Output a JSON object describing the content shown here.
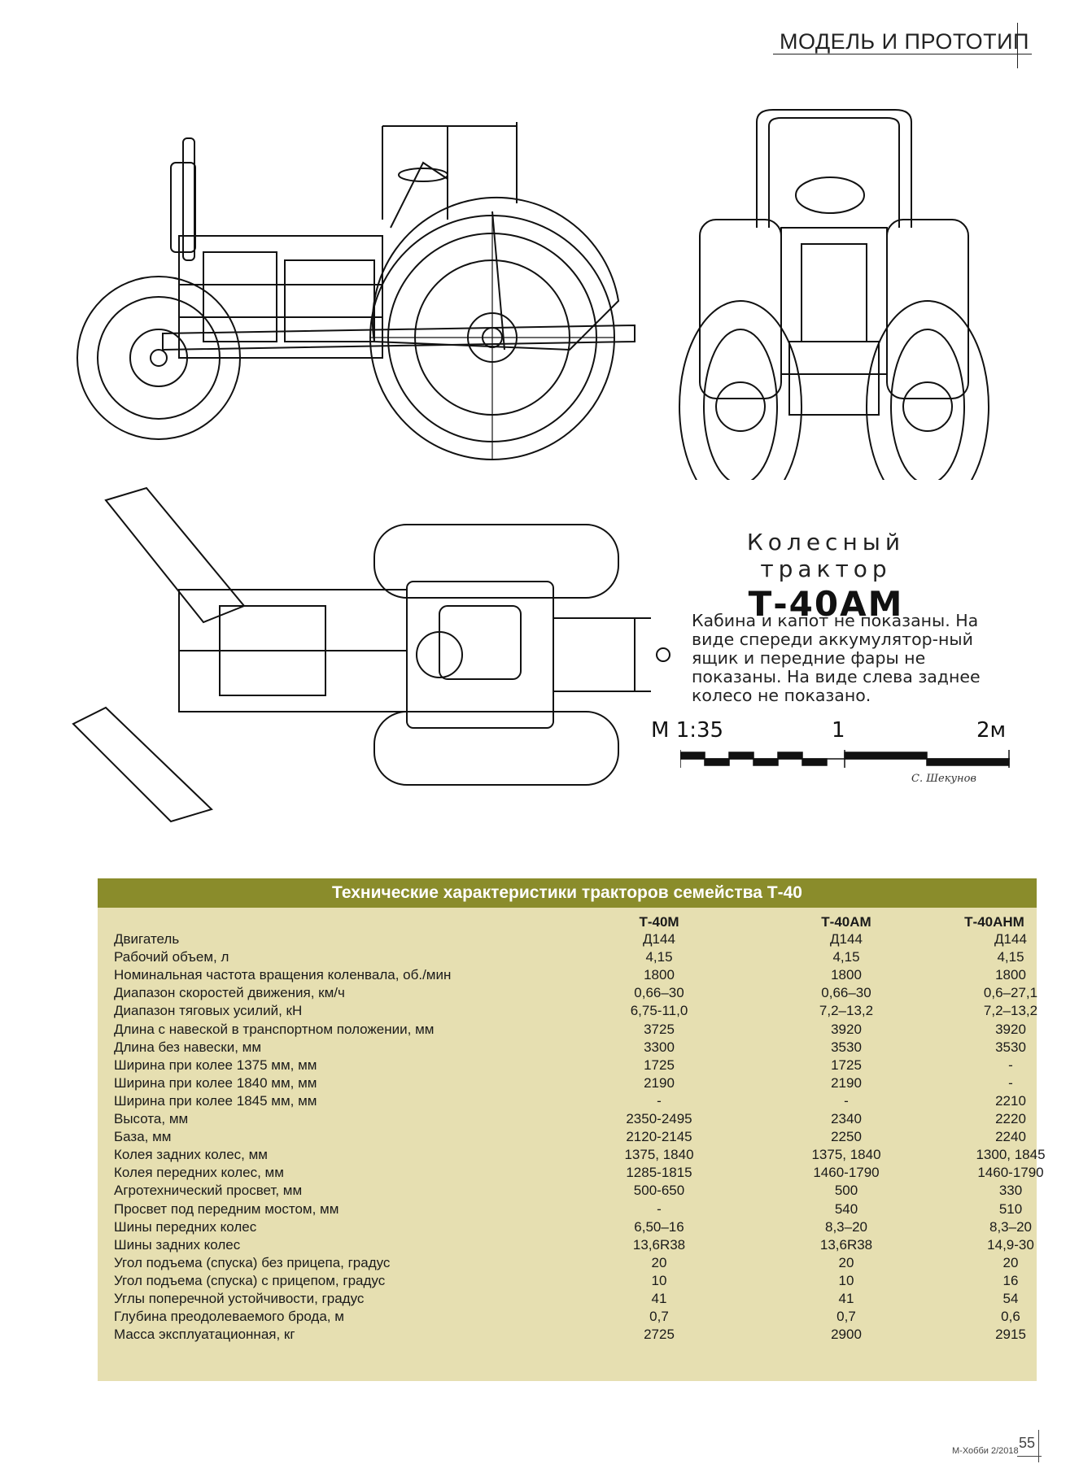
{
  "header": {
    "section": "МОДЕЛЬ И ПРОТОТИП"
  },
  "drawing": {
    "subtitle": "Колесный трактор",
    "model": "Т-40АМ",
    "note": "Кабина и капот не показаны. На виде спереди аккумулятор-ный ящик и передние фары не показаны. На виде слева заднее колесо не показано.",
    "scale": {
      "label": "М 1:35",
      "mid": "1",
      "end": "2м"
    },
    "signature": "С. Шекунов"
  },
  "table": {
    "title": "Технические характеристики тракторов семейства Т-40",
    "columns": [
      "Т-40М",
      "Т-40АМ",
      "Т-40АНМ"
    ],
    "rows": [
      {
        "label": "Двигатель",
        "values": [
          "Д144",
          "Д144",
          "Д144"
        ]
      },
      {
        "label": "Рабочий объем, л",
        "values": [
          "4,15",
          "4,15",
          "4,15"
        ]
      },
      {
        "label": "Номинальная частота вращения коленвала, об./мин",
        "values": [
          "1800",
          "1800",
          "1800"
        ]
      },
      {
        "label": "Диапазон скоростей движения, км/ч",
        "values": [
          "0,66–30",
          "0,66–30",
          "0,6–27,1"
        ]
      },
      {
        "label": "Диапазон тяговых усилий, кН",
        "values": [
          "6,75-11,0",
          "7,2–13,2",
          "7,2–13,2"
        ]
      },
      {
        "label": "Длина с навеской в транспортном положении, мм",
        "values": [
          "3725",
          "3920",
          "3920"
        ]
      },
      {
        "label": "Длина без навески, мм",
        "values": [
          "3300",
          "3530",
          "3530"
        ]
      },
      {
        "label": "Ширина при колее 1375 мм, мм",
        "values": [
          "1725",
          "1725",
          "-"
        ]
      },
      {
        "label": "Ширина при колее 1840 мм, мм",
        "values": [
          "2190",
          "2190",
          "-"
        ]
      },
      {
        "label": "Ширина при колее 1845 мм, мм",
        "values": [
          "-",
          "-",
          "2210"
        ]
      },
      {
        "label": "Высота, мм",
        "values": [
          "2350-2495",
          "2340",
          "2220"
        ]
      },
      {
        "label": "База, мм",
        "values": [
          "2120-2145",
          "2250",
          "2240"
        ]
      },
      {
        "label": "Колея задних колес, мм",
        "values": [
          "1375, 1840",
          "1375, 1840",
          "1300, 1845"
        ]
      },
      {
        "label": "Колея передних колес, мм",
        "values": [
          "1285-1815",
          "1460-1790",
          "1460-1790"
        ]
      },
      {
        "label": "Агротехнический просвет, мм",
        "values": [
          "500-650",
          "500",
          "330"
        ]
      },
      {
        "label": "Просвет под передним мостом, мм",
        "values": [
          "-",
          "540",
          "510"
        ]
      },
      {
        "label": "Шины передних колес",
        "values": [
          "6,50–16",
          "8,3–20",
          "8,3–20"
        ]
      },
      {
        "label": "Шины задних колес",
        "values": [
          "13,6R38",
          "13,6R38",
          "14,9-30"
        ]
      },
      {
        "label": "Угол подъема (спуска) без прицепа, градус",
        "values": [
          "20",
          "20",
          "20"
        ]
      },
      {
        "label": "Угол подъема (спуска) с прицепом, градус",
        "values": [
          "10",
          "10",
          "16"
        ]
      },
      {
        "label": "Углы поперечной устойчивости, градус",
        "values": [
          "41",
          "41",
          "54"
        ]
      },
      {
        "label": "Глубина преодолеваемого брода, м",
        "values": [
          "0,7",
          "0,7",
          "0,6"
        ]
      },
      {
        "label": "Масса эксплуатационная, кг",
        "values": [
          "2725",
          "2900",
          "2915"
        ]
      }
    ]
  },
  "footer": {
    "source": "М-Хобби 2/2018",
    "page": "55"
  }
}
